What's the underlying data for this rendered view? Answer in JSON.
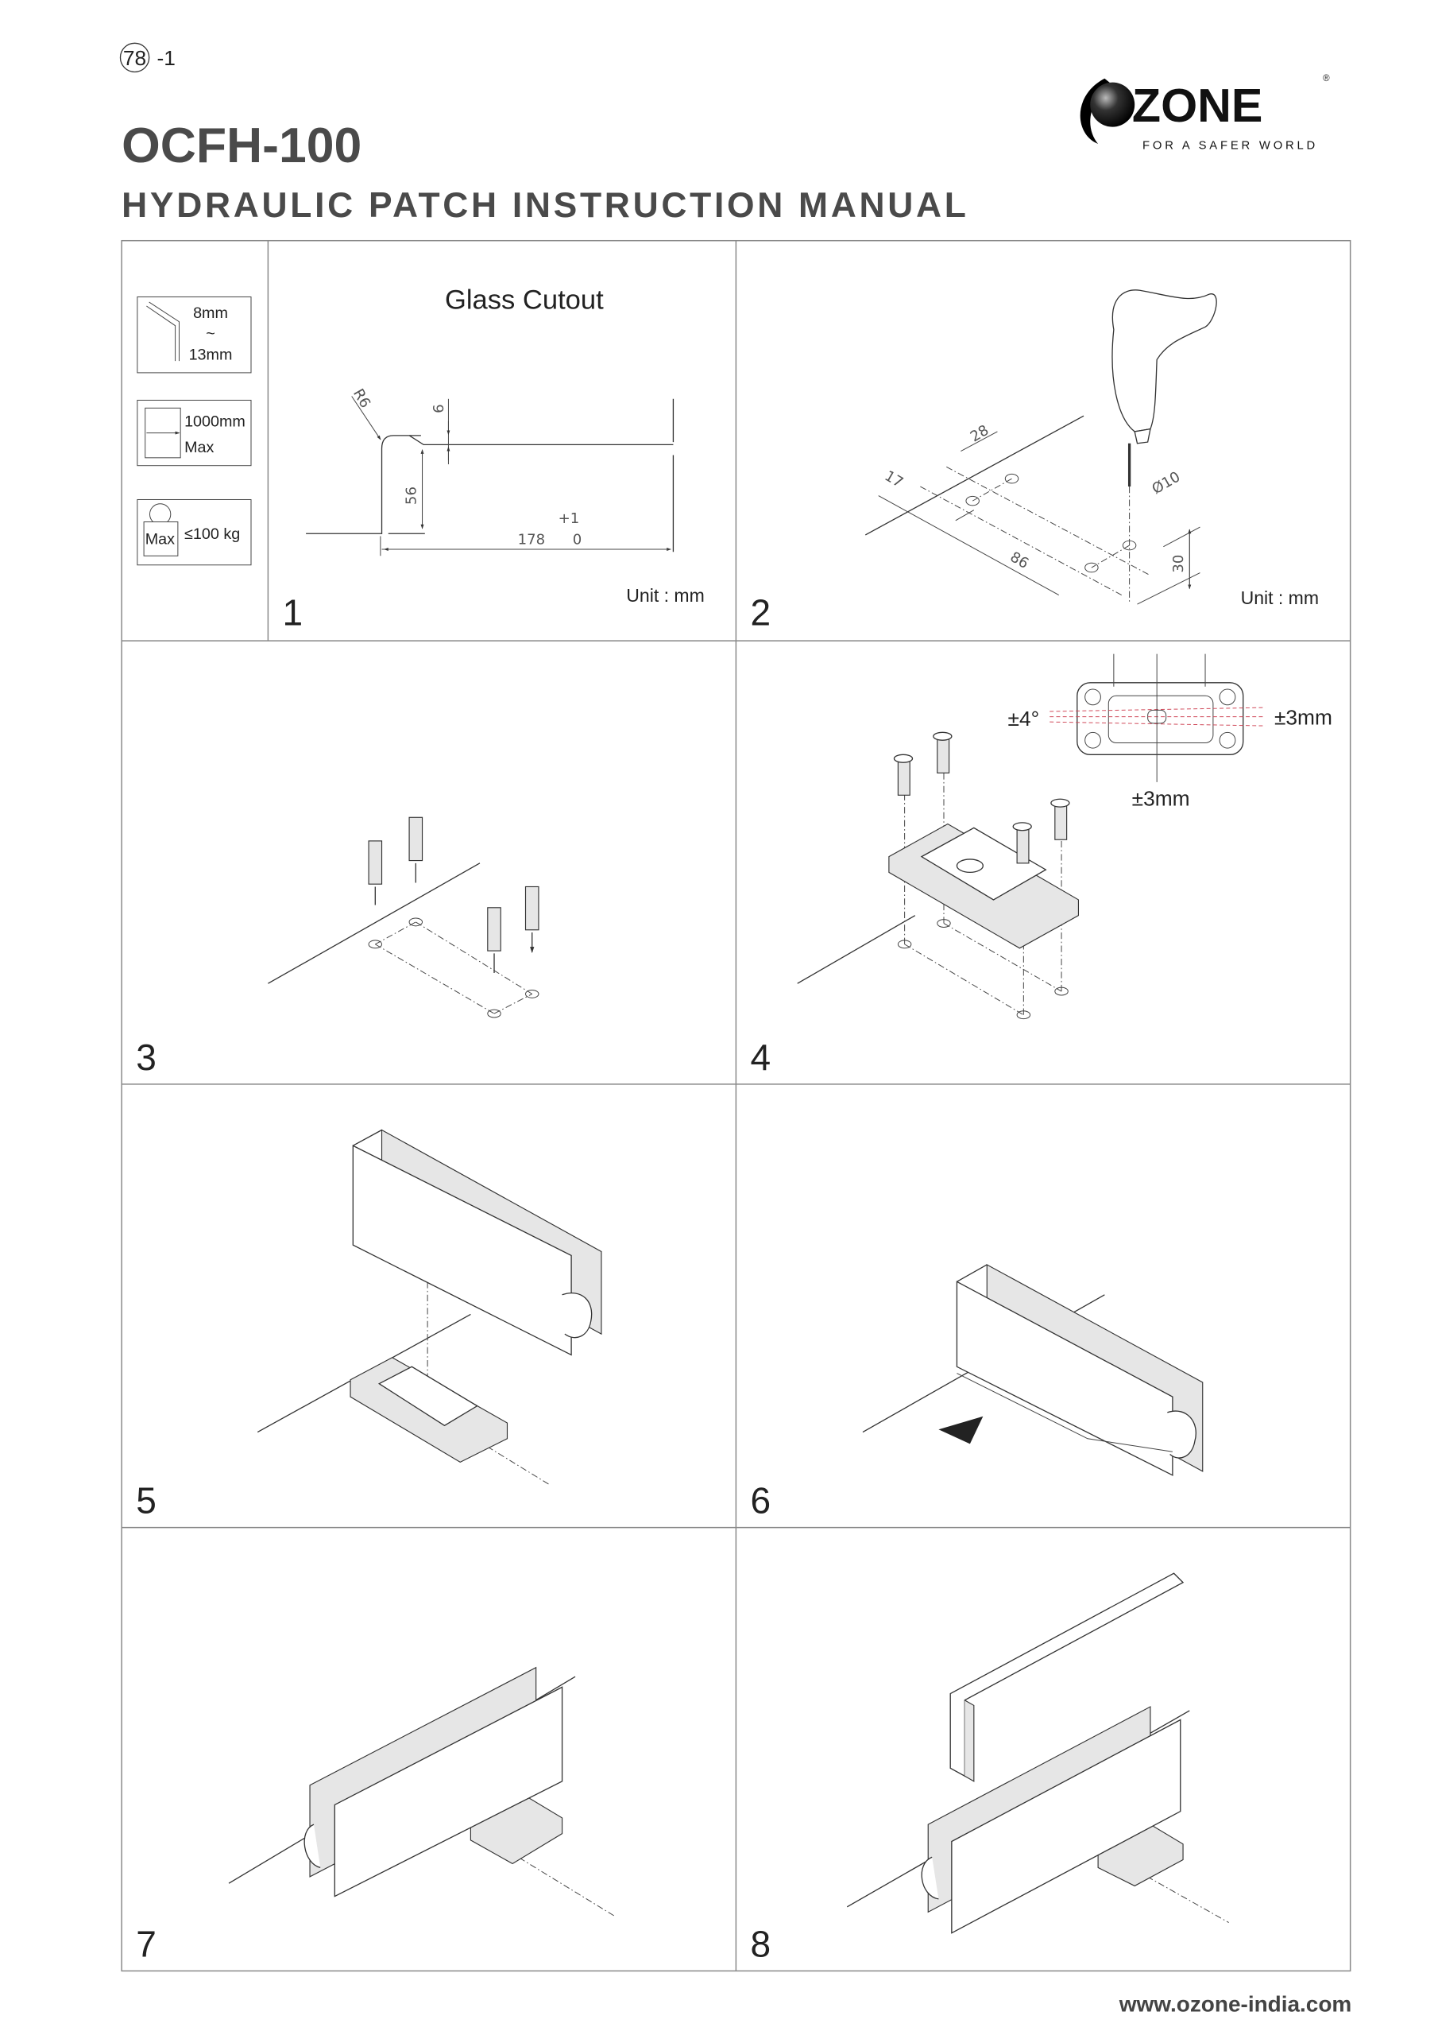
{
  "header": {
    "page_ref_circled": "78",
    "page_ref_suffix": "-1",
    "model": "OCFH-100",
    "subtitle": "HYDRAULIC PATCH INSTRUCTION MANUAL"
  },
  "logo": {
    "wordmark": "ZONE",
    "registered": "®",
    "tagline": "FOR A SAFER WORLD"
  },
  "specs": {
    "glass_thickness": {
      "min": "8mm",
      "sep": "~",
      "max": "13mm"
    },
    "door_width": {
      "value": "1000mm",
      "qualifier": "Max"
    },
    "door_weight": {
      "qualifier": "Max",
      "value": "≤100 kg"
    }
  },
  "steps": [
    {
      "number": "1",
      "title": "Glass Cutout",
      "unit": "Unit : mm",
      "dims": {
        "radius": "R6",
        "depth_small": "6",
        "height": "56",
        "length": "178",
        "tol_plus": "+1",
        "tol_minus": "0"
      }
    },
    {
      "number": "2",
      "unit": "Unit : mm",
      "dims": {
        "a": "28",
        "b": "17",
        "c": "86",
        "hole": "Ø10",
        "depth": "30"
      }
    },
    {
      "number": "3"
    },
    {
      "number": "4",
      "adjust": {
        "angle": "±4°",
        "lateral": "±3mm",
        "longitudinal": "±3mm"
      }
    },
    {
      "number": "5"
    },
    {
      "number": "6"
    },
    {
      "number": "7"
    },
    {
      "number": "8"
    }
  ],
  "footer": {
    "url": "www.ozone-india.com"
  }
}
